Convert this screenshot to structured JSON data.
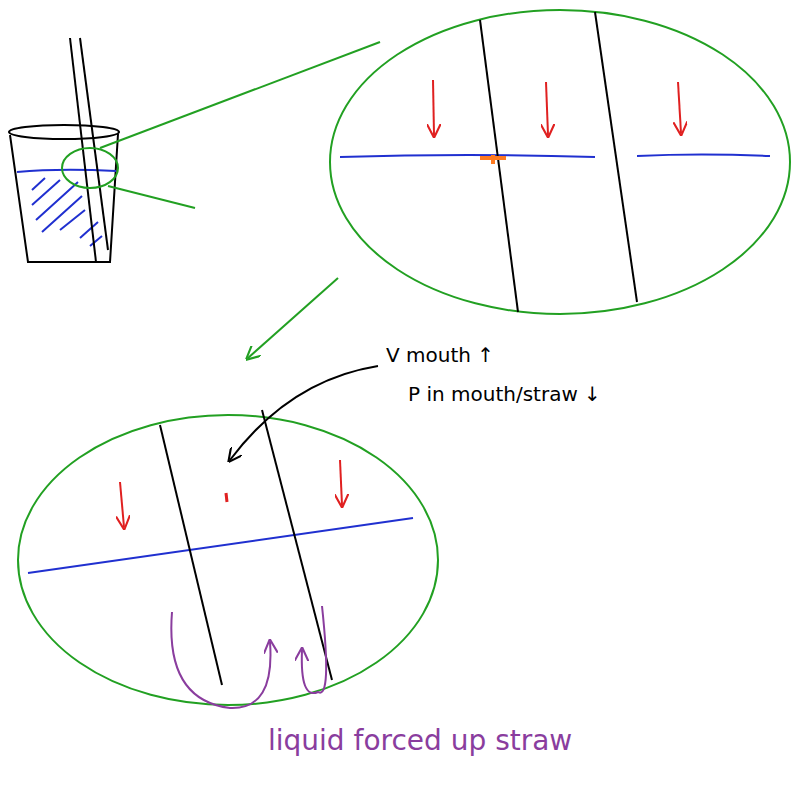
{
  "diagram": {
    "labels": [
      "V mouth ↑",
      "P in mouth/straw ↓",
      "liquid forced up straw"
    ]
  }
}
